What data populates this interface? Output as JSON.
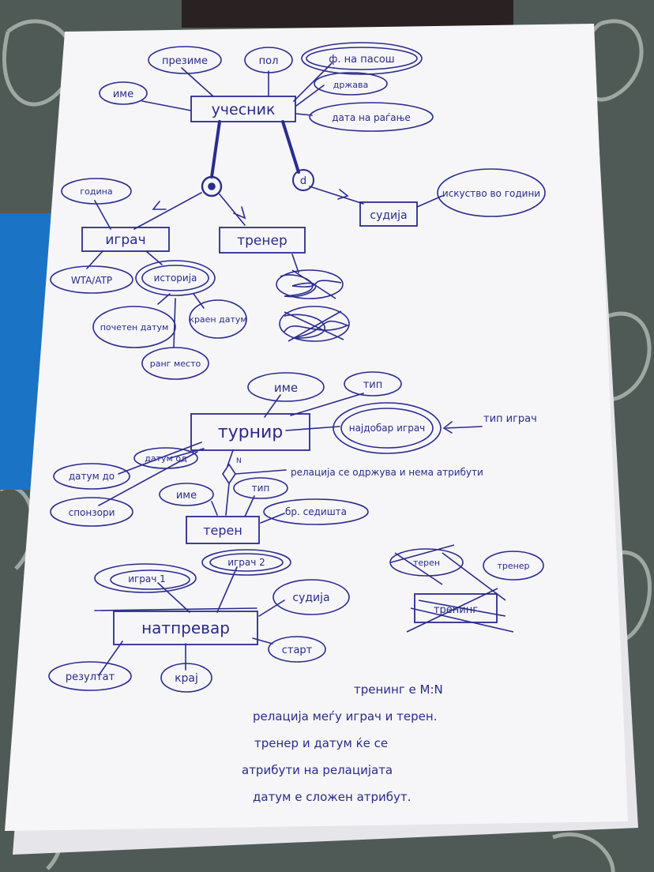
{
  "colors": {
    "ink": "#2b2b8f",
    "paper": "#f7f7f9",
    "fabric": "#4f5a56",
    "blue_folder": "#1a73c4"
  },
  "entities": {
    "uchesnik": "учесник",
    "igrach": "играч",
    "trener": "тренер",
    "sudija": "судија",
    "turnir": "турнир",
    "teren": "терен",
    "natprevar": "натпревар",
    "trening": "тренинг"
  },
  "attributes": {
    "prezime": "презиме",
    "pol": "пол",
    "f_na_pasosh": "ф. на пасош",
    "drzhava": "држава",
    "datum_rag": "дата на раѓање",
    "ime_u": "име",
    "godina": "година",
    "wta_atp": "WTA/ATP",
    "istorija": "историја",
    "pocheten_datum": "почетен датум",
    "kraen_datum": "краен датум",
    "rang_mesto": "ранг место",
    "iskustvo": "искуство во години",
    "ime_t": "име",
    "tip_t": "тип",
    "najdobar_igrach": "најдобар играч",
    "datum_do": "датум до",
    "datum_od": "датум од",
    "sponzori": "спонзори",
    "ime_teren": "име",
    "tip_teren": "тип",
    "br_sedishta": "бр. седишта",
    "igrach1": "играч 1",
    "igrach2": "играч 2",
    "sudija_n": "судија",
    "start": "старт",
    "rezultat": "резултат",
    "kraj": "крај",
    "teren_x": "терен",
    "trener_x": "тренер"
  },
  "disjoint": {
    "o": "o",
    "d": "d"
  },
  "relation_n": "N",
  "notes": {
    "tip_igrach": "тип играч",
    "relacija": "релација се одржува и нема атрибути",
    "note_line1": "тренинг е M:N",
    "note_line2": "релација меѓу играч и терен.",
    "note_line3": "тренер и датум ќе се",
    "note_line4": "атрибути на релацијата",
    "note_line5": "датум е сложен атрибут."
  }
}
